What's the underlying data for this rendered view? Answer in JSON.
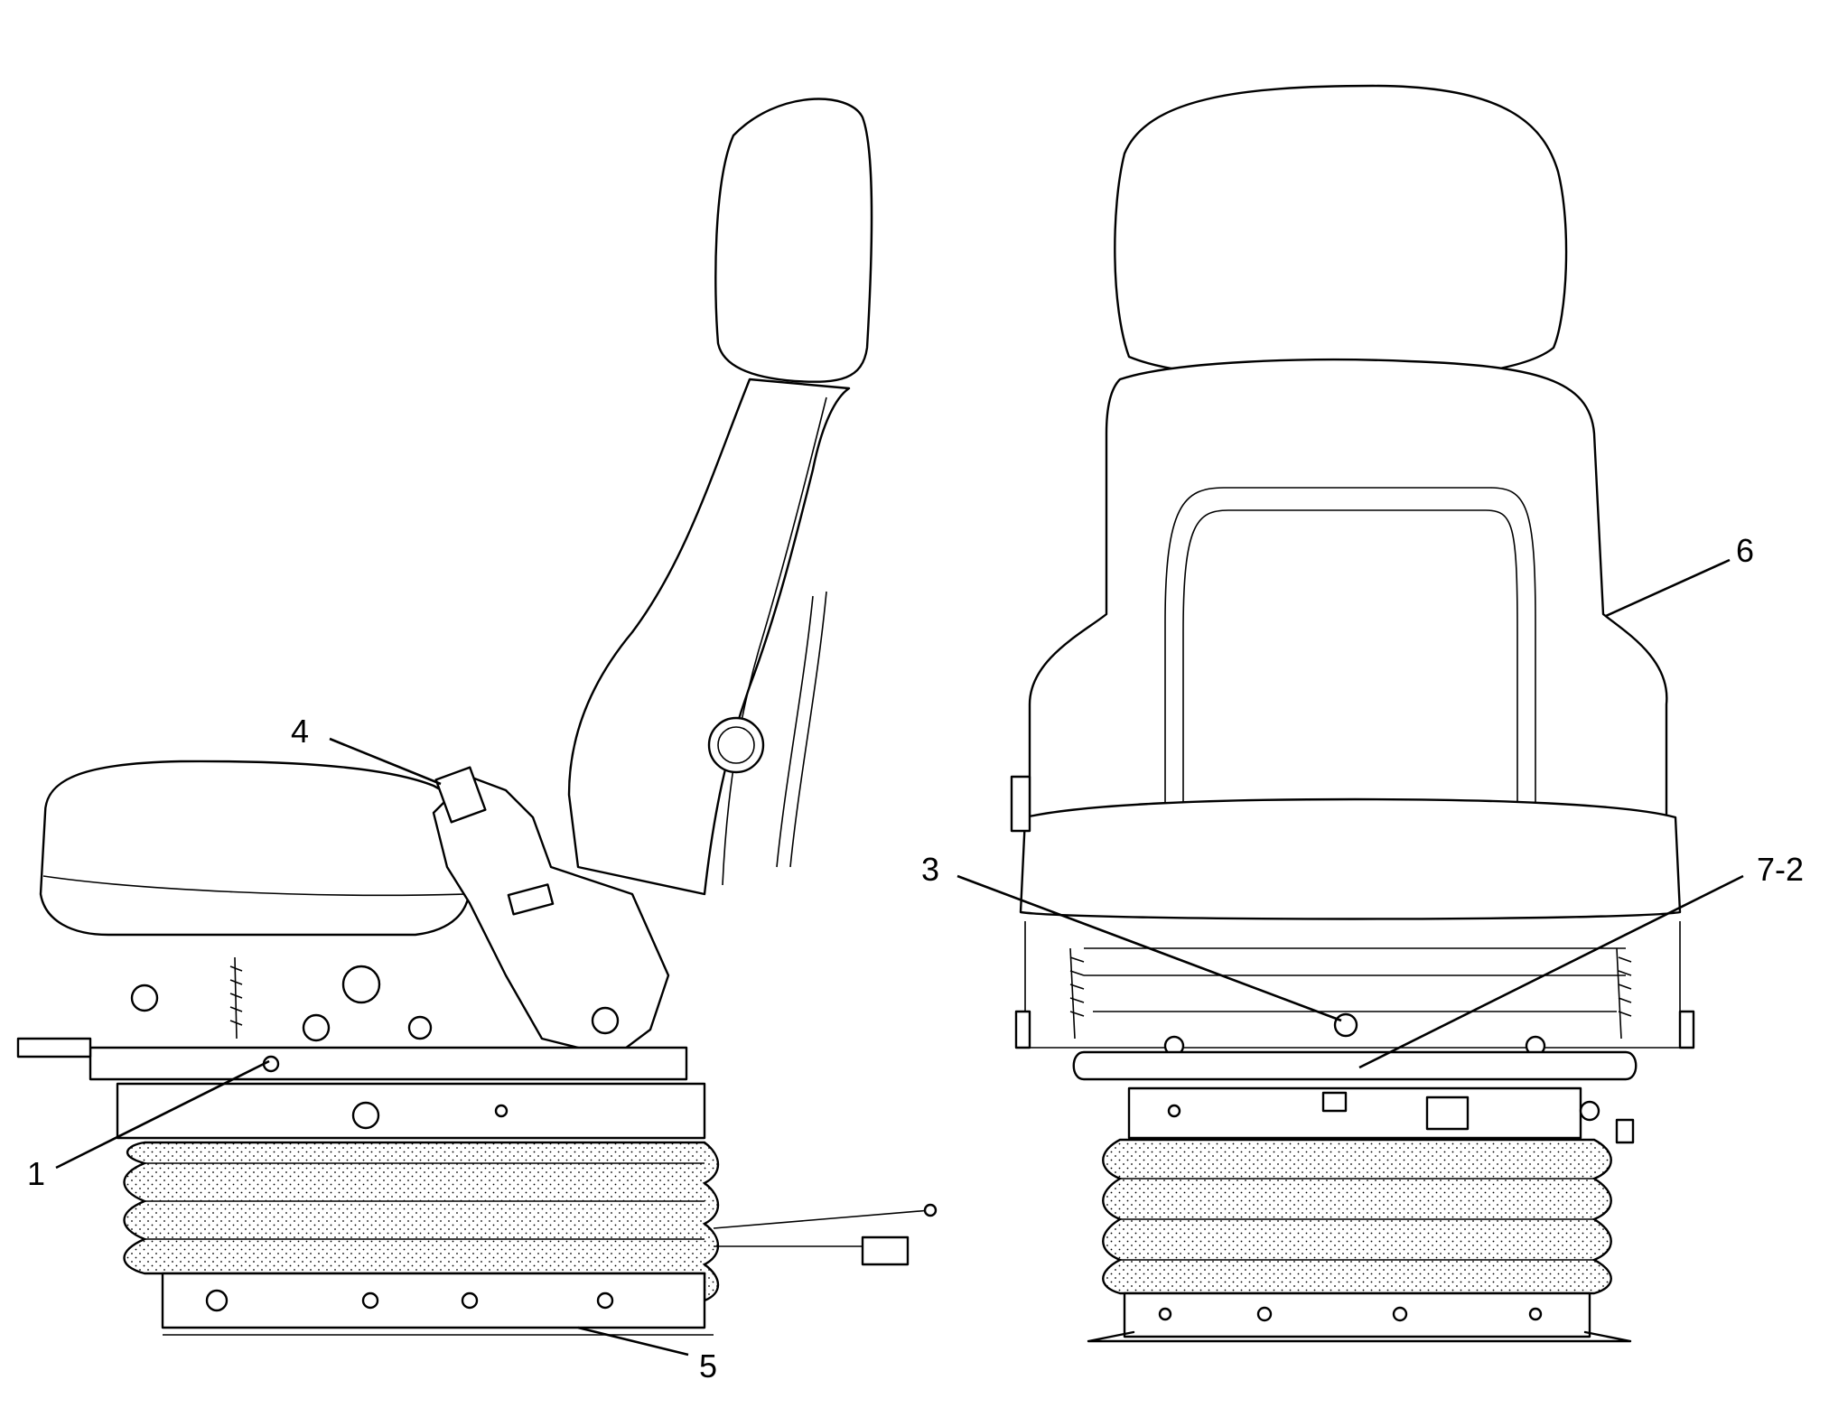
{
  "callouts": [
    {
      "id": "c1",
      "text": "1"
    },
    {
      "id": "c3",
      "text": "3"
    },
    {
      "id": "c4",
      "text": "4"
    },
    {
      "id": "c5",
      "text": "5"
    },
    {
      "id": "c6",
      "text": "6"
    },
    {
      "id": "c72",
      "text": "7-2"
    }
  ],
  "colors": {
    "line": "#000000",
    "background": "#ffffff"
  }
}
